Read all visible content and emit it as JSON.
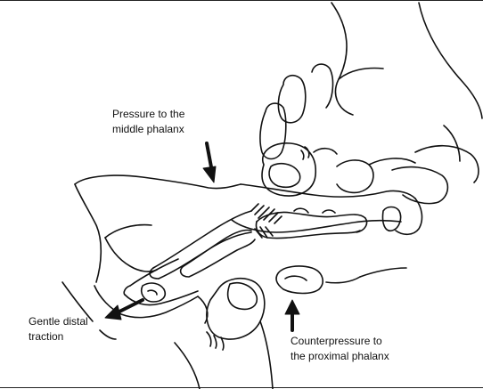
{
  "labels": {
    "pressure": {
      "line1": "Pressure to the",
      "line2": "middle phalanx"
    },
    "traction": {
      "line1": "Gentle distal",
      "line2": "traction"
    },
    "counterpressure": {
      "line1": "Counterpressure to",
      "line2": "the proximal phalanx"
    }
  },
  "colors": {
    "ink": "#111111",
    "background": "#ffffff"
  }
}
